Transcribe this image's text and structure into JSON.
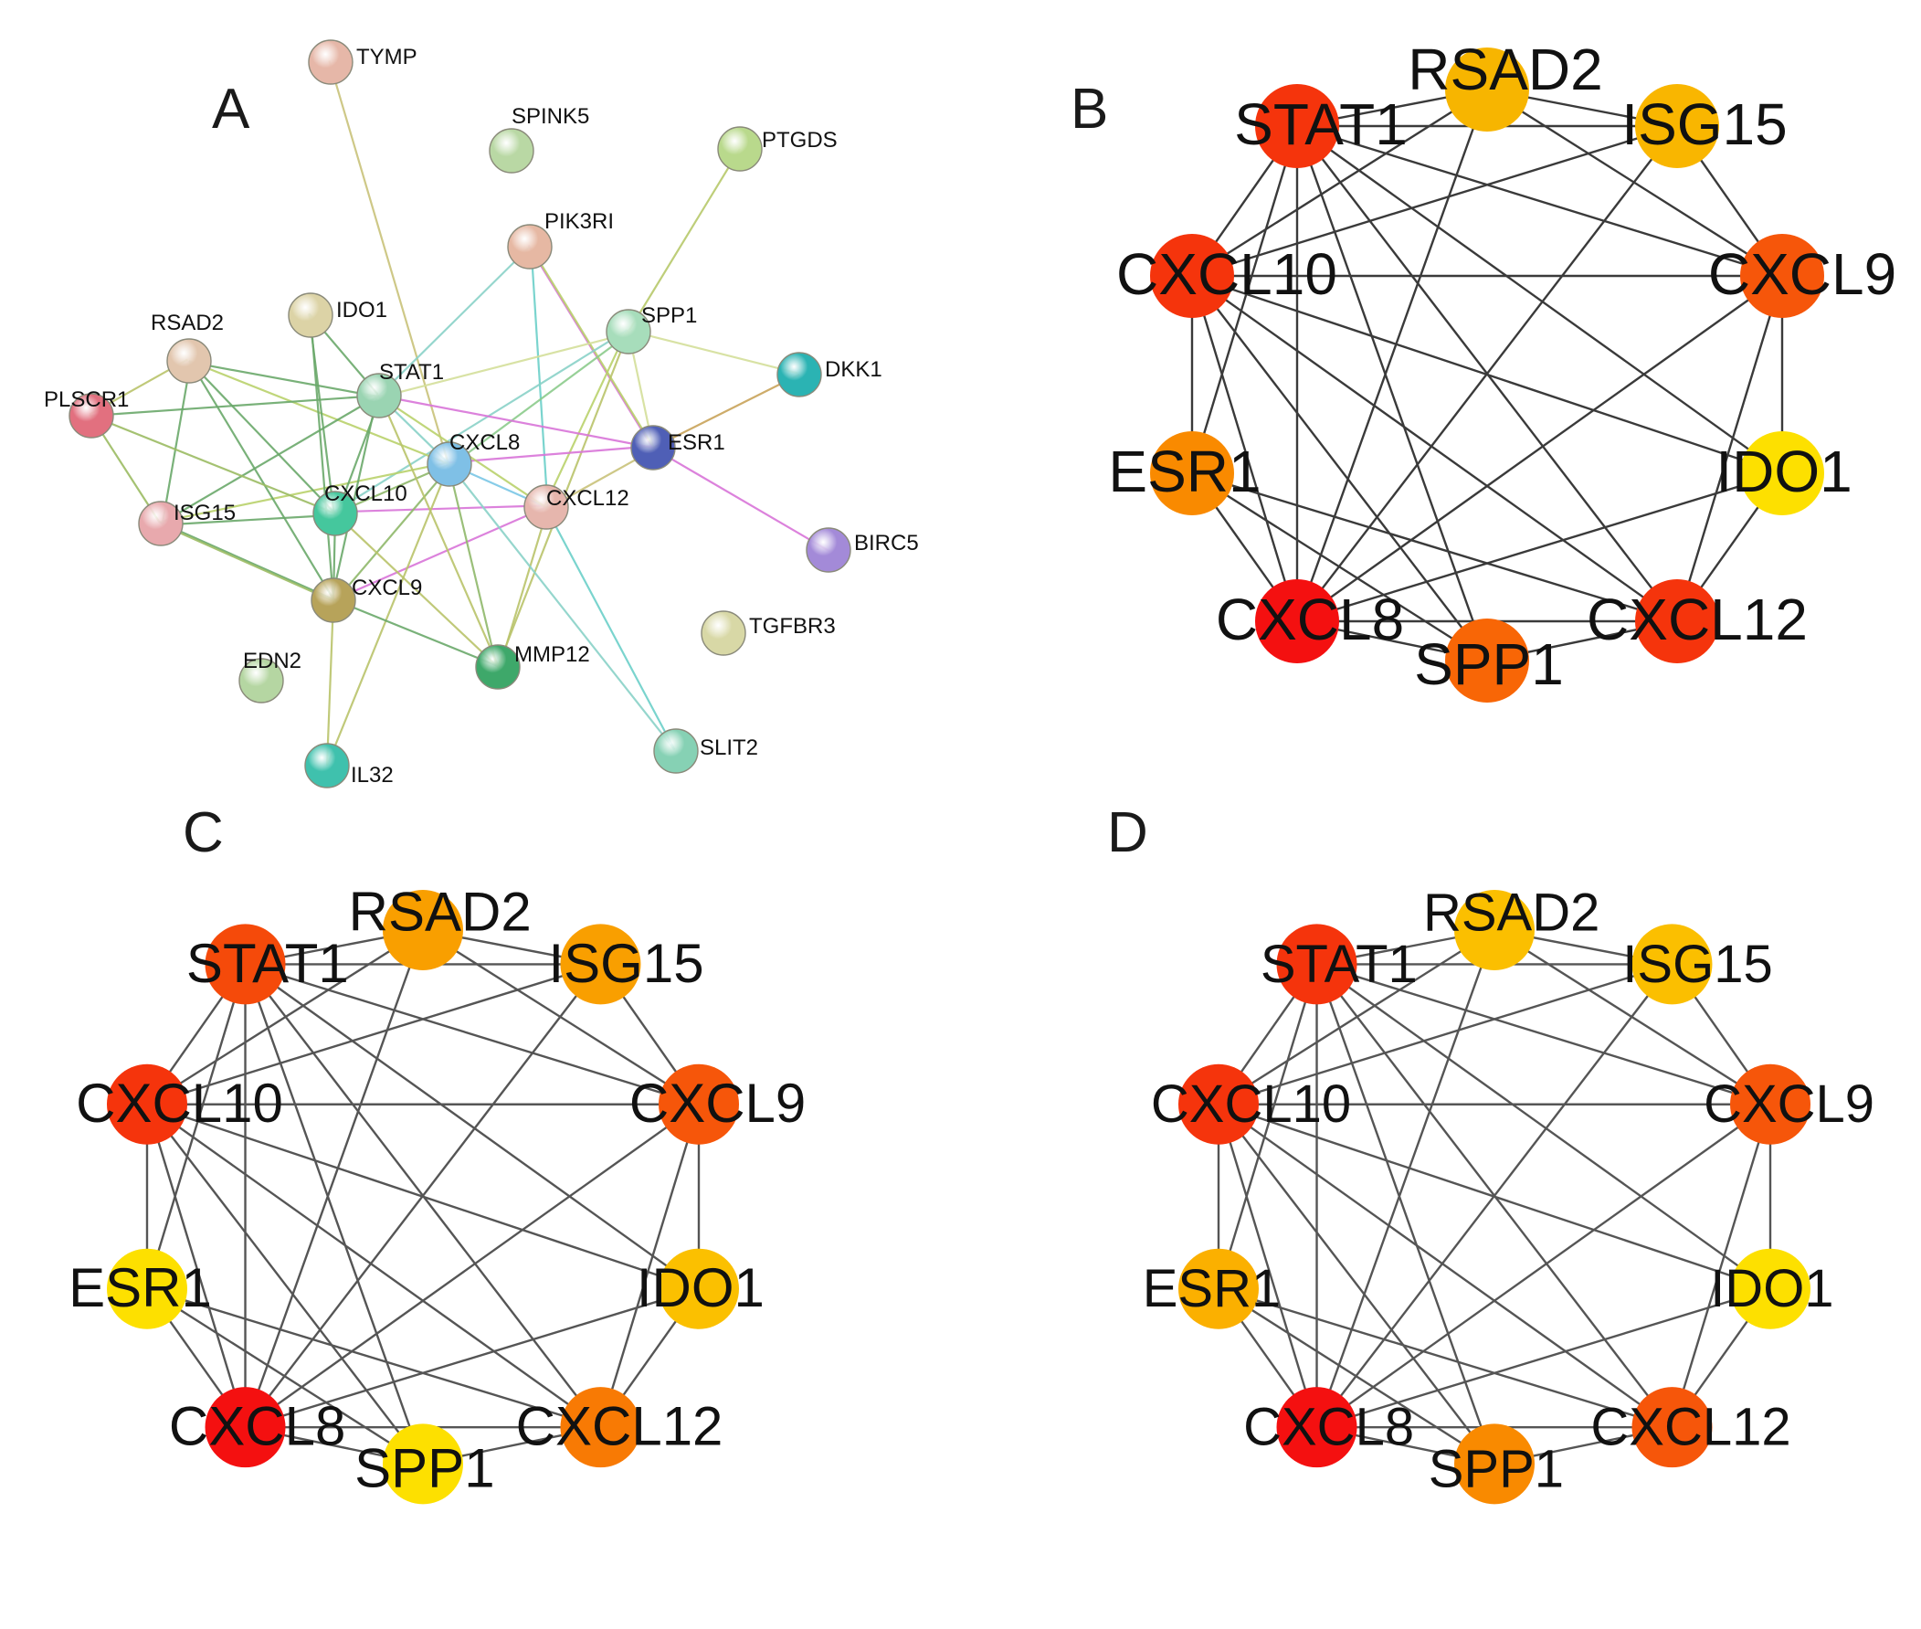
{
  "panels": {
    "A": {
      "label": "A",
      "nodes": [
        {
          "id": "TYMP",
          "label": "TYMP",
          "color": "#e6b7a8"
        },
        {
          "id": "SPINK5",
          "label": "SPINK5",
          "color": "#b9d8a4"
        },
        {
          "id": "PTGDS",
          "label": "PTGDS",
          "color": "#b9d98c"
        },
        {
          "id": "PIK3RI",
          "label": "PIK3RI",
          "color": "#e6b8a3"
        },
        {
          "id": "IDO1",
          "label": "IDO1",
          "color": "#dcd3a6"
        },
        {
          "id": "RSAD2",
          "label": "RSAD2",
          "color": "#e2c6ae"
        },
        {
          "id": "SPP1",
          "label": "SPP1",
          "color": "#a7ddbb"
        },
        {
          "id": "DKK1",
          "label": "DKK1",
          "color": "#2bb3b3"
        },
        {
          "id": "STAT1",
          "label": "STAT1",
          "color": "#9ad4b2"
        },
        {
          "id": "PLSCR1",
          "label": "PLSCR1",
          "color": "#e2707f"
        },
        {
          "id": "CXCL8",
          "label": "CXCL8",
          "color": "#7fc0e6"
        },
        {
          "id": "ESR1",
          "label": "ESR1",
          "color": "#4f5fb6"
        },
        {
          "id": "ISG15",
          "label": "ISG15",
          "color": "#e8a9ad"
        },
        {
          "id": "CXCL10",
          "label": "CXCL10",
          "color": "#45c79d"
        },
        {
          "id": "CXCL12",
          "label": "CXCL12",
          "color": "#e6b6ad"
        },
        {
          "id": "BIRC5",
          "label": "BIRC5",
          "color": "#a38ad8"
        },
        {
          "id": "CXCL9",
          "label": "CXCL9",
          "color": "#b7a35a"
        },
        {
          "id": "TGFBR3",
          "label": "TGFBR3",
          "color": "#d8d8a6"
        },
        {
          "id": "EDN2",
          "label": "EDN2",
          "color": "#b5d6a2"
        },
        {
          "id": "MMP12",
          "label": "MMP12",
          "color": "#3ea86a"
        },
        {
          "id": "IL32",
          "label": "IL32",
          "color": "#3fc1ad"
        },
        {
          "id": "SLIT2",
          "label": "SLIT2",
          "color": "#86d1b4"
        }
      ]
    },
    "B": {
      "label": "B",
      "nodes": [
        {
          "id": "RSAD2",
          "label": "RSAD2",
          "color": "#f7b500"
        },
        {
          "id": "STAT1",
          "label": "STAT1",
          "color": "#f5340c"
        },
        {
          "id": "ISG15",
          "label": "ISG15",
          "color": "#f9b600"
        },
        {
          "id": "CXCL10",
          "label": "CXCL10",
          "color": "#f5340c"
        },
        {
          "id": "CXCL9",
          "label": "CXCL9",
          "color": "#f6560a"
        },
        {
          "id": "ESR1",
          "label": "ESR1",
          "color": "#f98a00"
        },
        {
          "id": "IDO1",
          "label": "IDO1",
          "color": "#fde000"
        },
        {
          "id": "CXCL8",
          "label": "CXCL8",
          "color": "#f41010"
        },
        {
          "id": "CXCL12",
          "label": "CXCL12",
          "color": "#f5340c"
        },
        {
          "id": "SPP1",
          "label": "SPP1",
          "color": "#f86606"
        }
      ]
    },
    "C": {
      "label": "C",
      "nodes": [
        {
          "id": "RSAD2",
          "label": "RSAD2",
          "color": "#f99f00"
        },
        {
          "id": "STAT1",
          "label": "STAT1",
          "color": "#f54a0a"
        },
        {
          "id": "ISG15",
          "label": "ISG15",
          "color": "#f99f00"
        },
        {
          "id": "CXCL10",
          "label": "CXCL10",
          "color": "#f5340c"
        },
        {
          "id": "CXCL9",
          "label": "CXCL9",
          "color": "#f6560a"
        },
        {
          "id": "ESR1",
          "label": "ESR1",
          "color": "#fde000"
        },
        {
          "id": "IDO1",
          "label": "IDO1",
          "color": "#fbc000"
        },
        {
          "id": "CXCL8",
          "label": "CXCL8",
          "color": "#f41010"
        },
        {
          "id": "CXCL12",
          "label": "CXCL12",
          "color": "#f87a04"
        },
        {
          "id": "SPP1",
          "label": "SPP1",
          "color": "#fde000"
        }
      ]
    },
    "D": {
      "label": "D",
      "nodes": [
        {
          "id": "RSAD2",
          "label": "RSAD2",
          "color": "#fbbf00"
        },
        {
          "id": "STAT1",
          "label": "STAT1",
          "color": "#f5340c"
        },
        {
          "id": "ISG15",
          "label": "ISG15",
          "color": "#fbbf00"
        },
        {
          "id": "CXCL10",
          "label": "CXCL10",
          "color": "#f5340c"
        },
        {
          "id": "CXCL9",
          "label": "CXCL9",
          "color": "#f6560a"
        },
        {
          "id": "ESR1",
          "label": "ESR1",
          "color": "#fbb000"
        },
        {
          "id": "IDO1",
          "label": "IDO1",
          "color": "#fde000"
        },
        {
          "id": "CXCL8",
          "label": "CXCL8",
          "color": "#f41010"
        },
        {
          "id": "CXCL12",
          "label": "CXCL12",
          "color": "#f6560a"
        },
        {
          "id": "SPP1",
          "label": "SPP1",
          "color": "#f98a00"
        }
      ]
    }
  }
}
